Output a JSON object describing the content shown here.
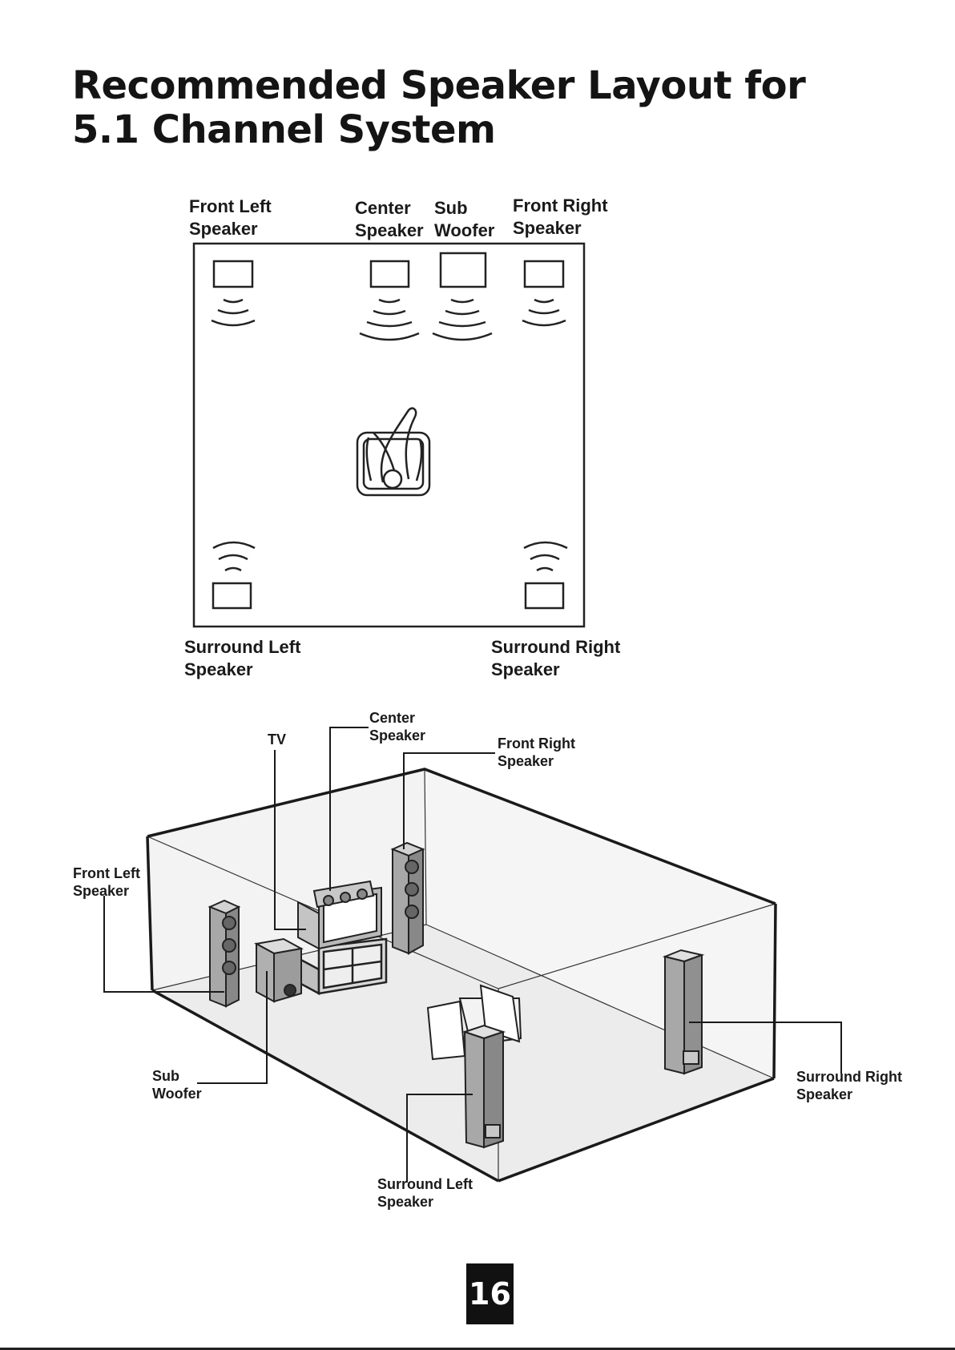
{
  "title": "Recommended Speaker Layout for 5.1 Channel System",
  "top_diagram": {
    "front_left": [
      "Front Left",
      "Speaker"
    ],
    "center": [
      "Center",
      "Speaker"
    ],
    "sub": [
      "Sub",
      "Woofer"
    ],
    "front_right": [
      "Front Right",
      "Speaker"
    ],
    "surround_left": [
      "Surround Left",
      "Speaker"
    ],
    "surround_right": [
      "Surround Right",
      "Speaker"
    ]
  },
  "room_diagram": {
    "center": [
      "Center",
      "Speaker"
    ],
    "tv": "TV",
    "front_right": [
      "Front Right",
      "Speaker"
    ],
    "front_left": [
      "Front Left",
      "Speaker"
    ],
    "sub": [
      "Sub",
      "Woofer"
    ],
    "surround_right": [
      "Surround Right",
      "Speaker"
    ],
    "surround_left": [
      "Surround Left",
      "Speaker"
    ]
  },
  "page_number": "16"
}
